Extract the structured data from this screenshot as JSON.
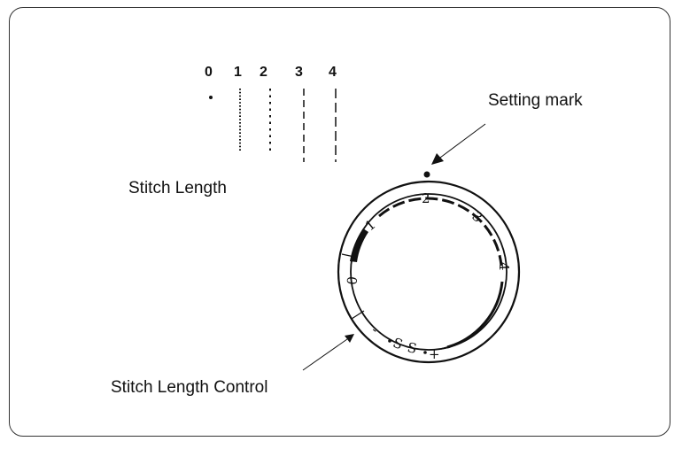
{
  "stitch_numbers": [
    "0",
    "1",
    "2",
    "3",
    "4"
  ],
  "labels": {
    "stitch_length": "Stitch Length",
    "setting_mark": "Setting mark",
    "control": "Stitch Length Control"
  },
  "dial_numbers": [
    "0",
    "1",
    "2",
    "3",
    "4"
  ],
  "dial_extra": {
    "minus": "-",
    "ss1": "S",
    "ss2": "S",
    "plus": "+"
  }
}
